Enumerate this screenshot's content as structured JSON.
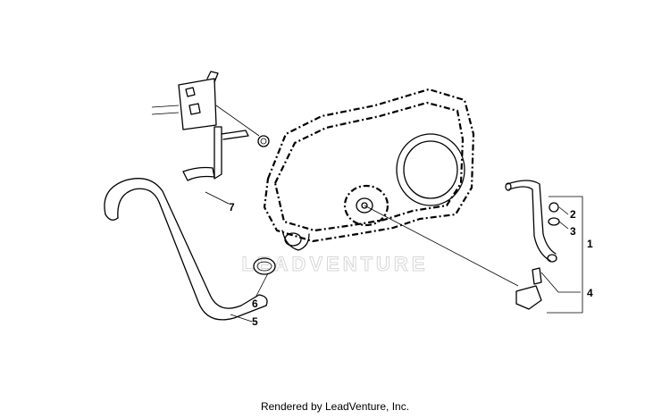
{
  "watermark": "LEADVENTURE",
  "footer": "Rendered by LeadVenture, Inc.",
  "callouts": [
    {
      "id": "1",
      "label": "1"
    },
    {
      "id": "2",
      "label": "2"
    },
    {
      "id": "3",
      "label": "3"
    },
    {
      "id": "4",
      "label": "4"
    },
    {
      "id": "5",
      "label": "5"
    },
    {
      "id": "6",
      "label": "6"
    },
    {
      "id": "7",
      "label": "7"
    }
  ]
}
